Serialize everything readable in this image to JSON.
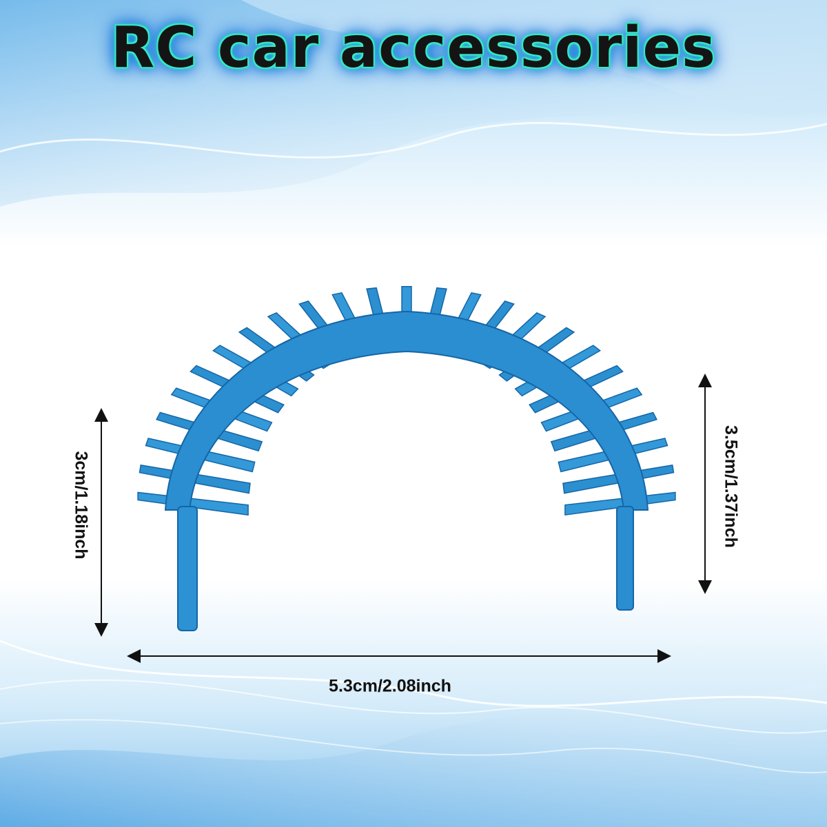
{
  "title": "RC car accessories",
  "product": {
    "icon": "motor-heatsink-icon",
    "color": "#2b8fd0"
  },
  "dimensions": {
    "height": "3cm/1.18inch",
    "depth": "3.5cm/1.37inch",
    "width": "5.3cm/2.08inch"
  },
  "colors": {
    "title_glow": "#2ce0c0",
    "title_outer_glow": "#1a7fe0",
    "background_wave": "#8cc6ee"
  }
}
